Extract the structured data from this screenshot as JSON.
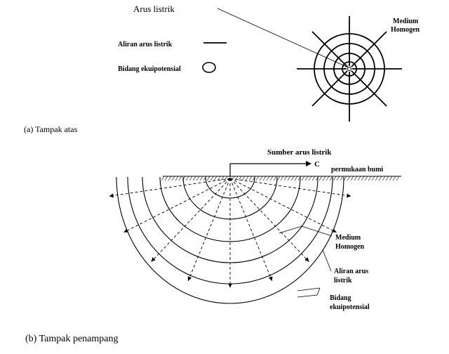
{
  "top_view": {
    "arus_listrik": "Arus listrik",
    "aliran_arus_listrik": "Aliran arus listrik",
    "bidang_ekuipotensial": "Bidang ekuipotensial",
    "medium_line1": "Medium",
    "medium_line2": "Homogen",
    "caption": "(a) Tampak atas",
    "ring_count": 4,
    "spoke_count": 8
  },
  "cross_section": {
    "sumber_arus_listrik": "Sumber arus listrik",
    "c_label": "C",
    "permukaan_bumi": "permukaan bumi",
    "medium_line1": "Medium",
    "medium_line2": "Homogen",
    "aliran_line1": "Aliran arus",
    "aliran_line2": "listrik",
    "bidang_line1": "Bidang",
    "bidang_line2": "ekuipotensial",
    "caption": "(b) Tampak penampang",
    "arc_count": 6,
    "ray_count": 9
  }
}
